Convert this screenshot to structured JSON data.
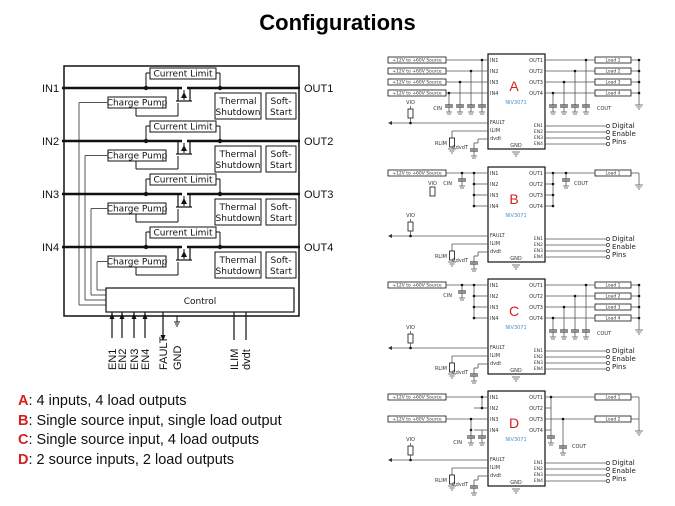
{
  "title": "Configurations",
  "block_diagram": {
    "channels": [
      {
        "input": "IN1",
        "output": "OUT1",
        "current_limit": "Current Limit",
        "charge_pump": "Charge Pump",
        "thermal": [
          "Thermal",
          "Shutdown"
        ],
        "soft_start": [
          "Soft-",
          "Start"
        ]
      },
      {
        "input": "IN2",
        "output": "OUT2",
        "current_limit": "Current Limit",
        "charge_pump": "Charge Pump",
        "thermal": [
          "Thermal",
          "Shutdown"
        ],
        "soft_start": [
          "Soft-",
          "Start"
        ]
      },
      {
        "input": "IN3",
        "output": "OUT3",
        "current_limit": "Current Limit",
        "charge_pump": "Charge Pump",
        "thermal": [
          "Thermal",
          "Shutdown"
        ],
        "soft_start": [
          "Soft-",
          "Start"
        ]
      },
      {
        "input": "IN4",
        "output": "OUT4",
        "current_limit": "Current Limit",
        "charge_pump": "Charge Pump",
        "thermal": [
          "Thermal",
          "Shutdown"
        ],
        "soft_start": [
          "Soft-",
          "Start"
        ]
      }
    ],
    "control_label": "Control",
    "bottom_pins": [
      "EN1",
      "EN2",
      "EN3",
      "EN4",
      "FAULT",
      "GND",
      "ILIM",
      "dvdt"
    ]
  },
  "legend": [
    {
      "key": "A",
      "text": ": 4 inputs, 4 load outputs"
    },
    {
      "key": "B",
      "text": ": Single source input, single load output"
    },
    {
      "key": "C",
      "text": ": Single source input, 4 load outputs"
    },
    {
      "key": "D",
      "text": ": 2 source inputs, 2 load outputs"
    }
  ],
  "schematic_common": {
    "part_number": "NIV3071",
    "source_label": "+12V to +60V Source",
    "left_pins": [
      "IN1",
      "IN2",
      "IN3",
      "IN4"
    ],
    "right_pins": [
      "OUT1",
      "OUT2",
      "OUT3",
      "OUT4"
    ],
    "ctrl_pins": [
      "FAULT",
      "ILIM",
      "dvdt"
    ],
    "en_pins": [
      "EN1",
      "EN2",
      "EN3",
      "EN4"
    ],
    "gnd_pin": "GND",
    "cin": "CIN",
    "cout": "COUT",
    "rlim": "RLIM",
    "cdvdt": "CdvdT",
    "vio": "VIO",
    "digital_labels": [
      "Digital",
      "Enable",
      "Pins"
    ]
  },
  "schematics": [
    {
      "letter": "A",
      "loads": [
        "Load 1",
        "Load 2",
        "Load 3",
        "Load 4"
      ],
      "sources": 4
    },
    {
      "letter": "B",
      "loads": [
        "Load 1"
      ],
      "sources": 1
    },
    {
      "letter": "C",
      "loads": [
        "Load 1",
        "Load 2",
        "Load 3",
        "Load 4"
      ],
      "sources": 1
    },
    {
      "letter": "D",
      "loads": [
        "Load 1",
        "Load 2"
      ],
      "sources": 2
    }
  ],
  "colors": {
    "accent_red": "#d42020",
    "part_blue": "#4a90c8"
  }
}
